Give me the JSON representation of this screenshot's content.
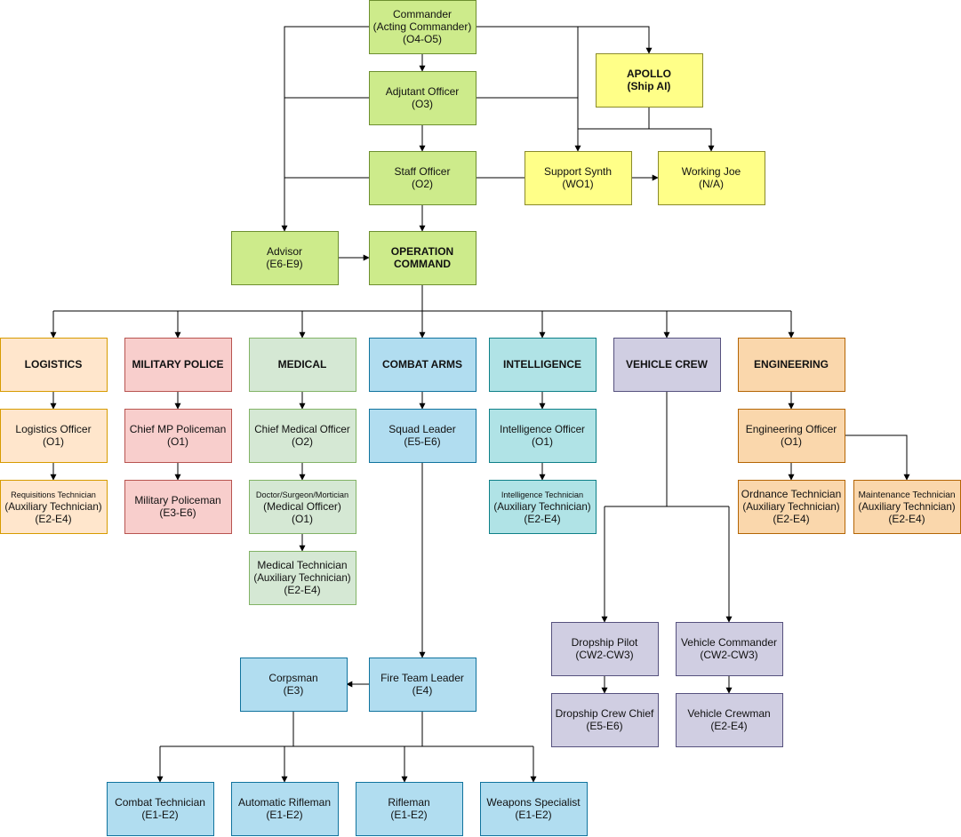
{
  "colors": {
    "green": "#cdeb8b",
    "green_border": "#6d8f2f",
    "yellow": "#ffff88",
    "yellow_border": "#8a8a2a",
    "orange_light": "#ffe6cc",
    "orange_light_border": "#d79b00",
    "red": "#f8cecc",
    "red_border": "#b85450",
    "pale_green": "#d5e8d4",
    "pale_green_border": "#82b366",
    "blue": "#b1ddf0",
    "blue_border": "#10739e",
    "teal": "#b0e3e6",
    "teal_border": "#0e8088",
    "purple": "#d0cee2",
    "purple_border": "#56517e",
    "orange": "#fad7ac",
    "orange_border": "#b46504",
    "line": "#000000"
  },
  "nodes": {
    "commander": {
      "lines": [
        "Commander",
        "(Acting Commander)",
        "(O4-O5)"
      ],
      "color": "green"
    },
    "adjutant": {
      "lines": [
        "Adjutant Officer",
        "(O3)"
      ],
      "color": "green"
    },
    "staff": {
      "lines": [
        "Staff Officer",
        "(O2)"
      ],
      "color": "green"
    },
    "advisor": {
      "lines": [
        "Advisor",
        "(E6-E9)"
      ],
      "color": "green"
    },
    "opcommand": {
      "lines": [
        "OPERATION",
        "COMMAND"
      ],
      "color": "green",
      "bold": true
    },
    "apollo": {
      "lines": [
        "APOLLO",
        "(Ship AI)"
      ],
      "color": "yellow",
      "bold": true
    },
    "synth": {
      "lines": [
        "Support Synth",
        "(WO1)"
      ],
      "color": "yellow"
    },
    "joe": {
      "lines": [
        "Working Joe",
        "(N/A)"
      ],
      "color": "yellow"
    },
    "logistics": {
      "lines": [
        "LOGISTICS"
      ],
      "color": "orange_light",
      "bold": true
    },
    "log_officer": {
      "lines": [
        "Logistics Officer",
        "(O1)"
      ],
      "color": "orange_light"
    },
    "req_tech": {
      "lines": [
        "Requisitions Technician",
        "(Auxiliary Technician)",
        "(E2-E4)"
      ],
      "color": "orange_light",
      "small_first": true
    },
    "mp": {
      "lines": [
        "MILITARY POLICE"
      ],
      "color": "red",
      "bold": true
    },
    "chief_mp": {
      "lines": [
        "Chief MP Policeman",
        "(O1)"
      ],
      "color": "red"
    },
    "mp_man": {
      "lines": [
        "Military Policeman",
        "(E3-E6)"
      ],
      "color": "red"
    },
    "medical": {
      "lines": [
        "MEDICAL"
      ],
      "color": "pale_green",
      "bold": true
    },
    "cmo": {
      "lines": [
        "Chief Medical Officer",
        "(O2)"
      ],
      "color": "pale_green"
    },
    "doctor": {
      "lines": [
        "Doctor/Surgeon/Mortician",
        "(Medical Officer)",
        "(O1)"
      ],
      "color": "pale_green",
      "small_first": true
    },
    "med_tech": {
      "lines": [
        "Medical Technician",
        "(Auxiliary Technician)",
        "(E2-E4)"
      ],
      "color": "pale_green"
    },
    "combat": {
      "lines": [
        "COMBAT ARMS"
      ],
      "color": "blue",
      "bold": true
    },
    "squad": {
      "lines": [
        "Squad Leader",
        "(E5-E6)"
      ],
      "color": "blue"
    },
    "ftl": {
      "lines": [
        "Fire Team Leader",
        "(E4)"
      ],
      "color": "blue"
    },
    "corpsman": {
      "lines": [
        "Corpsman",
        "(E3)"
      ],
      "color": "blue"
    },
    "combat_tech": {
      "lines": [
        "Combat Technician",
        "(E1-E2)"
      ],
      "color": "blue"
    },
    "auto_rifle": {
      "lines": [
        "Automatic Rifleman",
        "(E1-E2)"
      ],
      "color": "blue"
    },
    "rifleman": {
      "lines": [
        "Rifleman",
        "(E1-E2)"
      ],
      "color": "blue"
    },
    "weapons": {
      "lines": [
        "Weapons Specialist",
        "(E1-E2)"
      ],
      "color": "blue"
    },
    "intel": {
      "lines": [
        "INTELLIGENCE"
      ],
      "color": "teal",
      "bold": true
    },
    "intel_officer": {
      "lines": [
        "Intelligence Officer",
        "(O1)"
      ],
      "color": "teal"
    },
    "intel_tech": {
      "lines": [
        "Intelligence Technician",
        "(Auxiliary Technician)",
        "(E2-E4)"
      ],
      "color": "teal",
      "small_first": true
    },
    "vehicle": {
      "lines": [
        "VEHICLE CREW"
      ],
      "color": "purple",
      "bold": true
    },
    "dropship_pilot": {
      "lines": [
        "Dropship Pilot",
        "(CW2-CW3)"
      ],
      "color": "purple"
    },
    "vehicle_cmd": {
      "lines": [
        "Vehicle Commander",
        "(CW2-CW3)"
      ],
      "color": "purple"
    },
    "crew_chief": {
      "lines": [
        "Dropship Crew Chief",
        "(E5-E6)"
      ],
      "color": "purple"
    },
    "crewman": {
      "lines": [
        "Vehicle Crewman",
        "(E2-E4)"
      ],
      "color": "purple"
    },
    "engineering": {
      "lines": [
        "ENGINEERING"
      ],
      "color": "orange",
      "bold": true
    },
    "eng_officer": {
      "lines": [
        "Engineering Officer",
        "(O1)"
      ],
      "color": "orange"
    },
    "ordnance": {
      "lines": [
        "Ordnance Technician",
        "(Auxiliary Technician)",
        "(E2-E4)"
      ],
      "color": "orange"
    },
    "maintenance": {
      "lines": [
        "Maintenance Technician",
        "(Auxiliary Technician)",
        "(E2-E4)"
      ],
      "color": "orange",
      "small_first": true
    }
  }
}
